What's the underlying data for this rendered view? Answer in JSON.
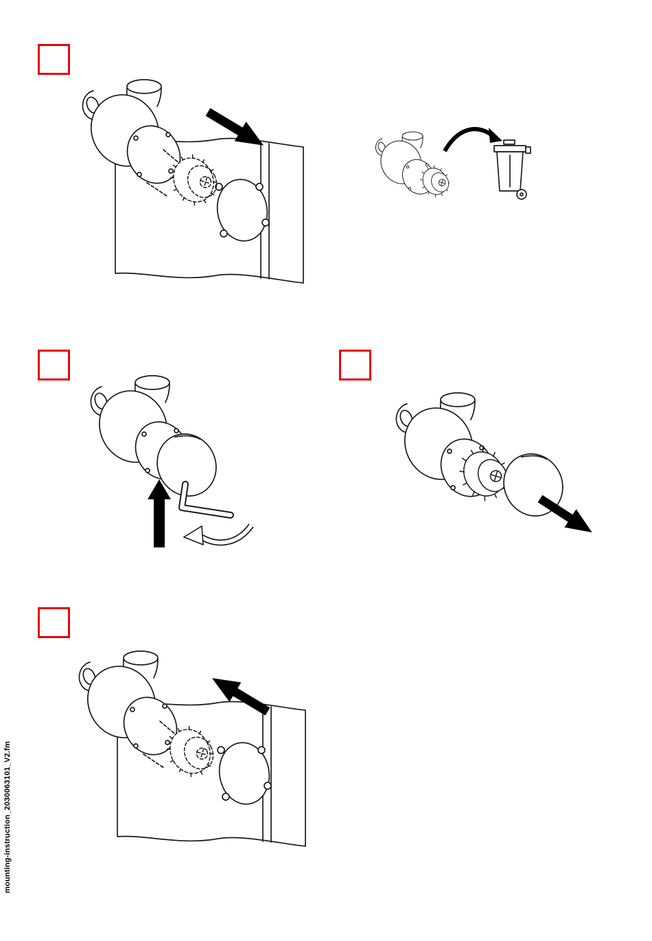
{
  "page": {
    "background_color": "#ffffff",
    "accent_color": "#e30613",
    "line_color": "#1a1a1a"
  },
  "footer": {
    "vertical_filename": "mounting-instruction_2030063101_V2.fm"
  },
  "step_markers": [
    "",
    "",
    "",
    ""
  ],
  "figures": {
    "step1": "insert-valve-into-wall-opening",
    "step1b": "dispose-old-valve-in-waste-bin",
    "step2": "loosen-cap-with-allen-key",
    "step3": "remove-protective-cap",
    "step4": "pull-valve-out-of-wall-opening"
  },
  "icons": {
    "arrow": "direction-arrow-icon",
    "bin": "waste-bin-icon",
    "allen_key": "allen-key-icon",
    "rotation": "rotation-arrow-icon",
    "up_arrow": "up-arrow-icon"
  }
}
